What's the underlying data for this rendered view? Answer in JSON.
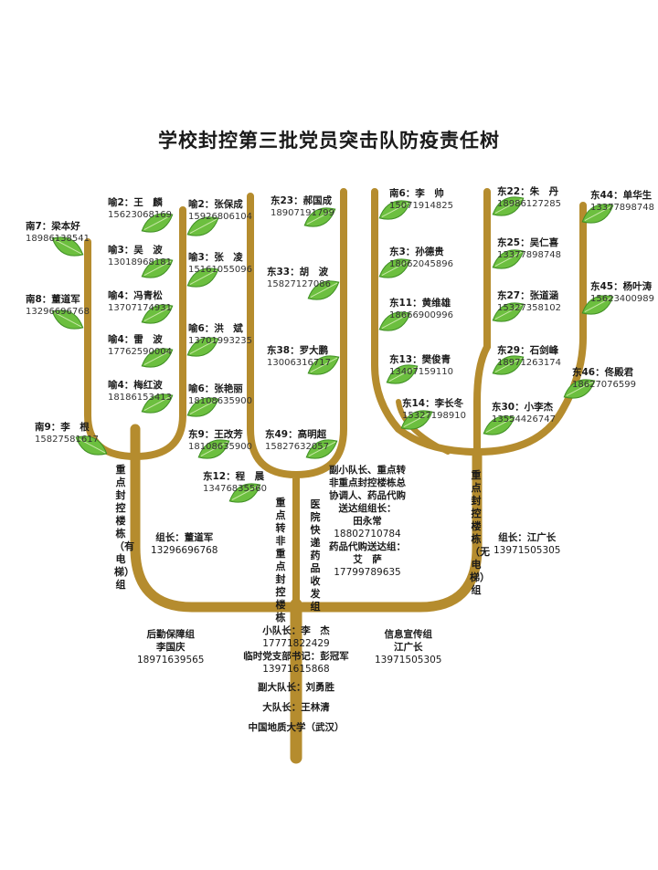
{
  "title": "学校封控第三批党员突击队防疫责任树",
  "leaves": [
    {
      "id": "nan7",
      "name": "南7：梁本好",
      "phone": "18986138541"
    },
    {
      "id": "nan8",
      "name": "南8：董道军",
      "phone": "13296696768"
    },
    {
      "id": "nan9",
      "name": "南9：李　根",
      "phone": "15827581617"
    },
    {
      "id": "yu2a",
      "name": "喻2：王　麟",
      "phone": "15623068169"
    },
    {
      "id": "yu3a",
      "name": "喻3：吴　波",
      "phone": "13018968181"
    },
    {
      "id": "yu4a",
      "name": "喻4：冯青松",
      "phone": "13707174931"
    },
    {
      "id": "yu4b",
      "name": "喻4：雷　波",
      "phone": "17762590004"
    },
    {
      "id": "yu4c",
      "name": "喻4：梅红波",
      "phone": "18186153413"
    },
    {
      "id": "yu2b",
      "name": "喻2：张保成",
      "phone": "15926806104"
    },
    {
      "id": "yu3b",
      "name": "喻3：张　凌",
      "phone": "15161055096"
    },
    {
      "id": "yu6a",
      "name": "喻6：洪　斌",
      "phone": "13701993235"
    },
    {
      "id": "yu6b",
      "name": "喻6：张艳丽",
      "phone": "18108635900"
    },
    {
      "id": "dong9",
      "name": "东9：王改芳",
      "phone": "18108635900"
    },
    {
      "id": "dong12",
      "name": "东12：程　晨",
      "phone": "13476835560"
    },
    {
      "id": "dong23",
      "name": "东23：郝国成",
      "phone": "18907191799"
    },
    {
      "id": "dong33",
      "name": "东33：胡　波",
      "phone": "15827127086"
    },
    {
      "id": "dong38",
      "name": "东38：罗大鹏",
      "phone": "13006316717"
    },
    {
      "id": "dong49",
      "name": "东49：高明超",
      "phone": "15827632057"
    },
    {
      "id": "nan6",
      "name": "南6：李　帅",
      "phone": "15071914825"
    },
    {
      "id": "dong3",
      "name": "东3：孙德贵",
      "phone": "18062045896"
    },
    {
      "id": "dong11",
      "name": "东11：黄维雄",
      "phone": "18666900996"
    },
    {
      "id": "dong13",
      "name": "东13：樊俊青",
      "phone": "13407159110"
    },
    {
      "id": "dong14",
      "name": "东14：李长冬",
      "phone": "15327198910"
    },
    {
      "id": "dong22",
      "name": "东22：朱　丹",
      "phone": "18986127285"
    },
    {
      "id": "dong25",
      "name": "东25：吴仁喜",
      "phone": "13377898748"
    },
    {
      "id": "dong27",
      "name": "东27：张道涵",
      "phone": "15327358102"
    },
    {
      "id": "dong29",
      "name": "东29：石剑峰",
      "phone": "18971263174"
    },
    {
      "id": "dong30",
      "name": "东30：小李杰",
      "phone": "13554426747"
    },
    {
      "id": "dong44",
      "name": "东44：单华生",
      "phone": "13377898748"
    },
    {
      "id": "dong45",
      "name": "东45：杨叶涛",
      "phone": "15623400989"
    },
    {
      "id": "dong46",
      "name": "东46：佟殿君",
      "phone": "18627076599"
    }
  ],
  "branches": {
    "left_label": "重点封控楼栋（有电梯）组",
    "left_leader_title": "组长：董道军",
    "left_leader_phone": "13296696768",
    "mid_label": "重点转非重点封控楼栋",
    "mid2_label": "医院快递药品收发组",
    "mid_info_1": "副小队长、重点转",
    "mid_info_2": "非重点封控楼栋总",
    "mid_info_3": "协调人、药品代购",
    "mid_info_4": "送达组组长：",
    "mid_info_name": "田永常",
    "mid_info_phone": "18802710784",
    "mid_drug_title": "药品代购送达组：",
    "mid_drug_name": "艾　萨",
    "mid_drug_phone": "17799789635",
    "right_label": "重点封控楼栋（无电梯）组",
    "right_leader_title": "组长：江广长",
    "right_leader_phone": "13971505305"
  },
  "trunk": {
    "logistics_title": "后勤保障组",
    "logistics_name": "李国庆",
    "logistics_phone": "18971639565",
    "info_title": "信息宣传组",
    "info_name": "江广长",
    "info_phone": "13971505305",
    "captain": "小队长：李　杰",
    "captain_phone": "17771822429",
    "secretary": "临时党支部书记：彭冠军",
    "secretary_phone": "13971615868",
    "vice_captain": "副大队长：刘勇胜",
    "big_captain": "大队长：王林清",
    "root": "中国地质大学（武汉）"
  },
  "colors": {
    "branch": "#b58c2e",
    "leaf": "#6cbf3f",
    "leaf_dark": "#3f8f24",
    "vein": "#c9e9a8"
  }
}
